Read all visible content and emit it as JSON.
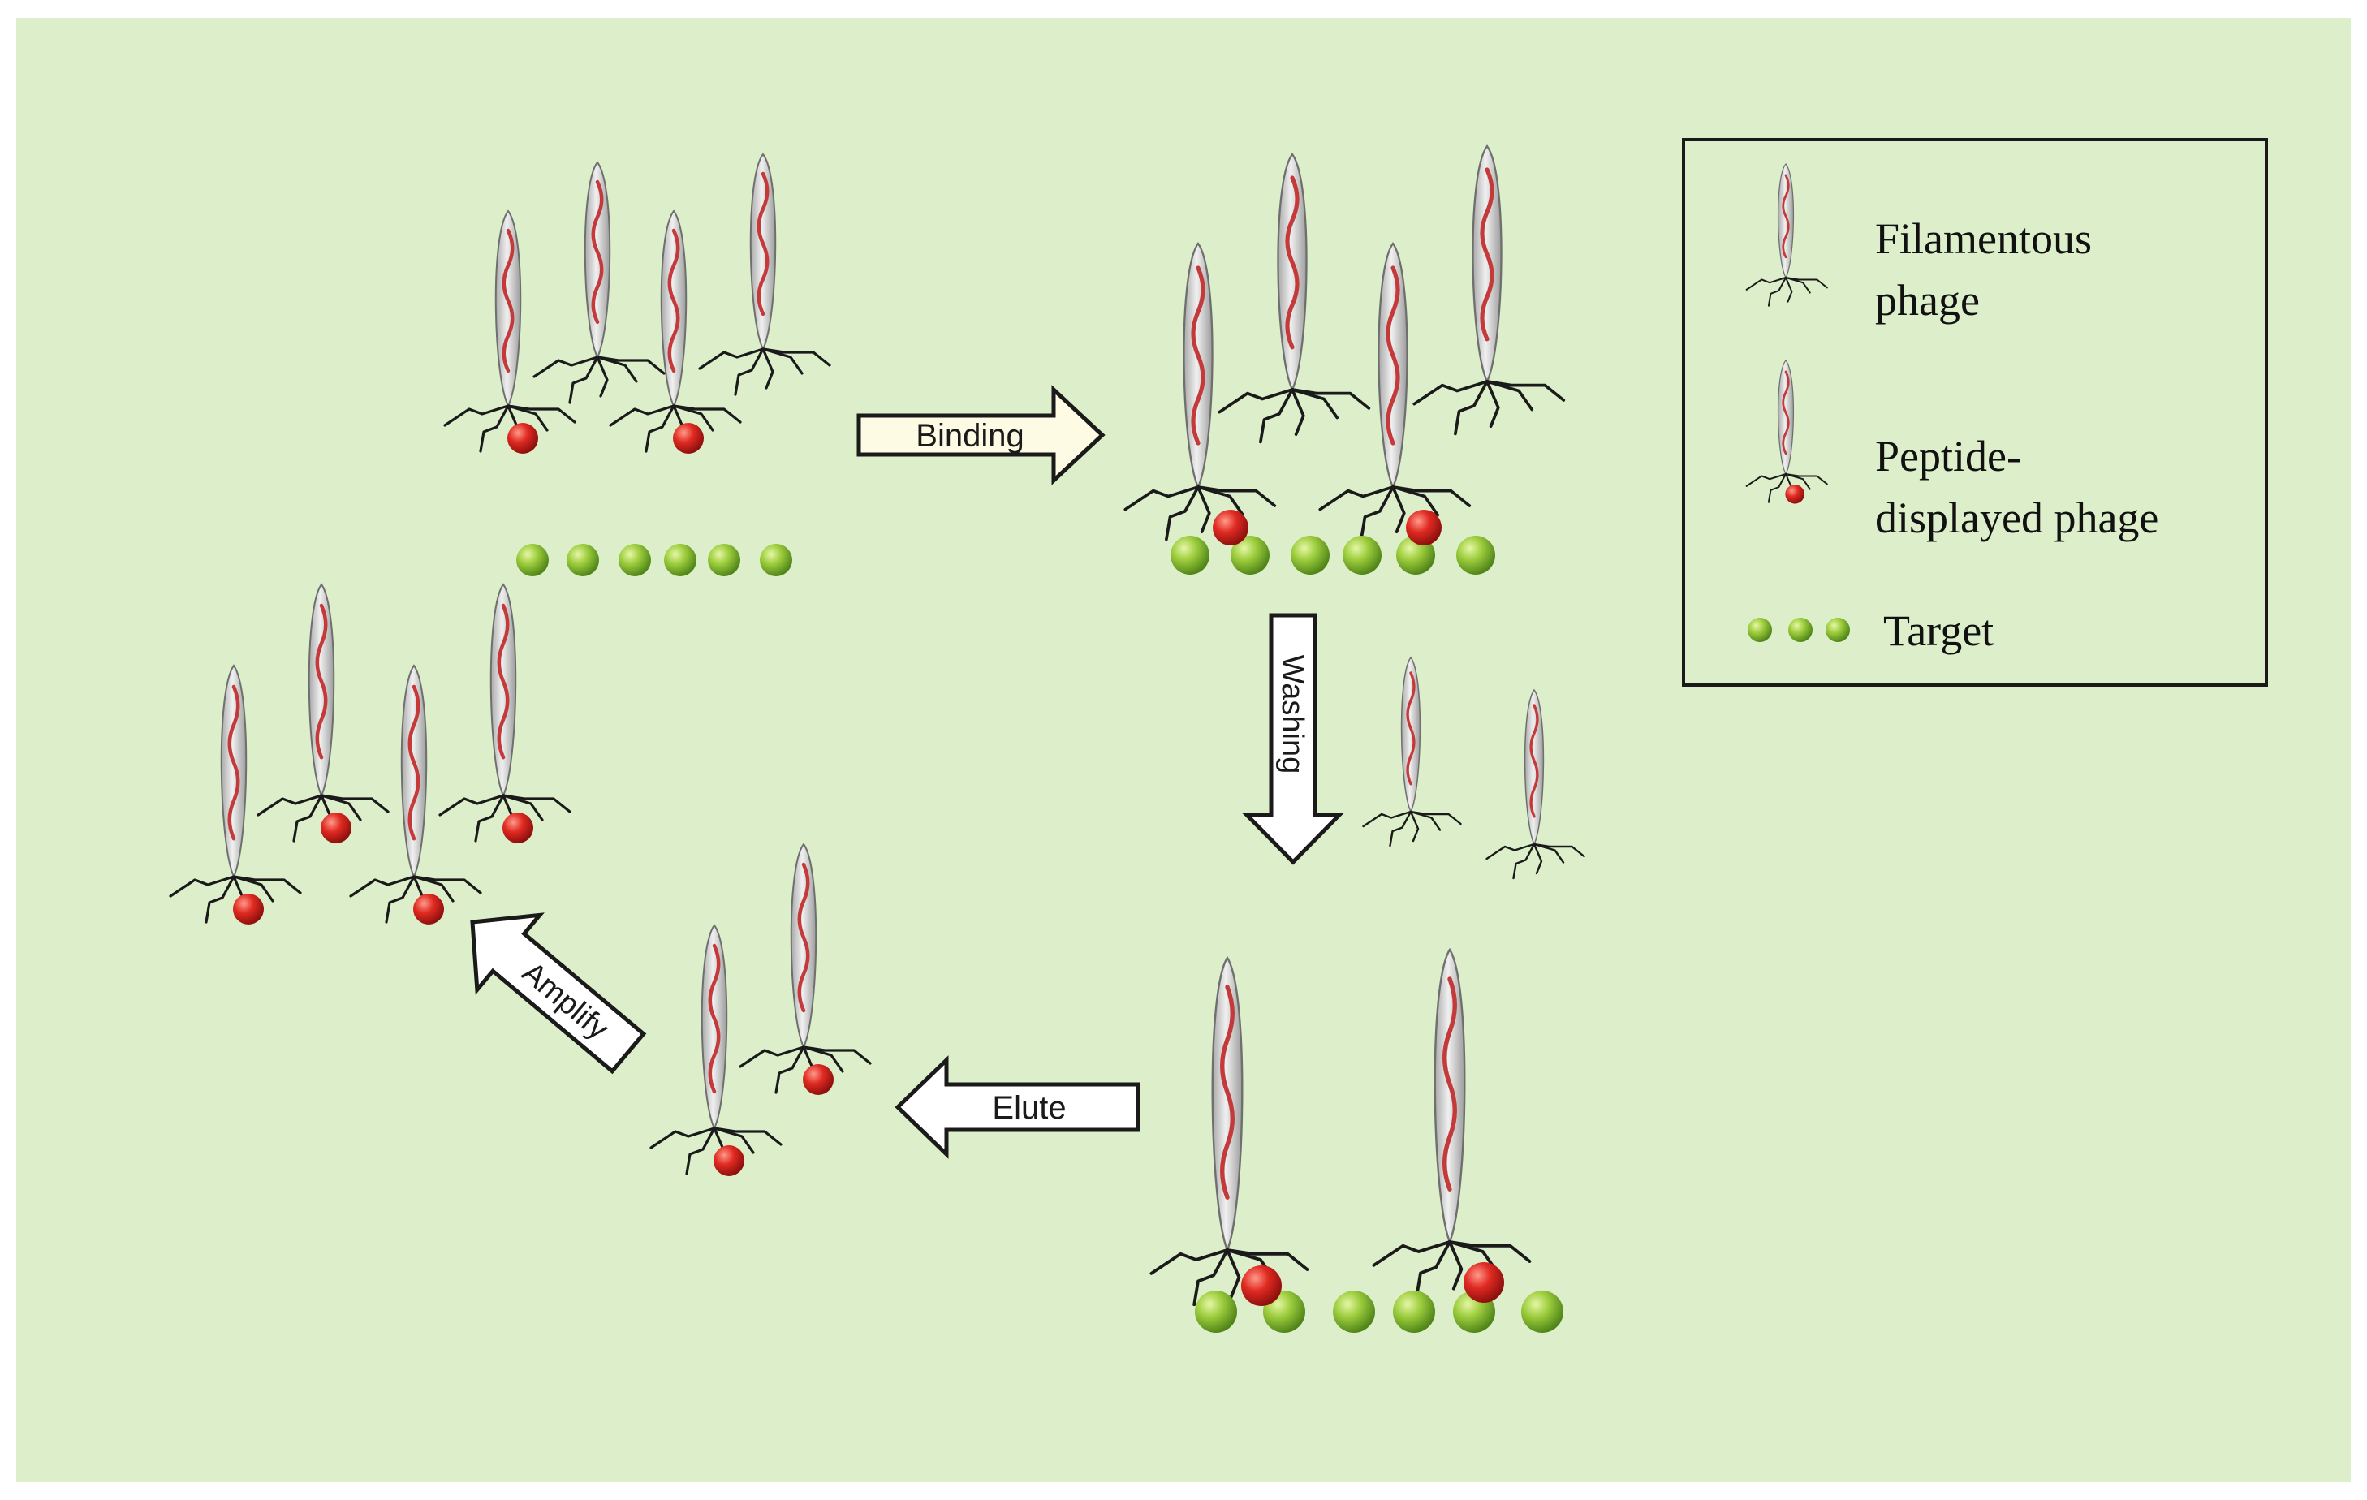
{
  "arrows": {
    "binding": "Binding",
    "washing": "Washing",
    "elute": "Elute",
    "amplify": "Amplify"
  },
  "legend": {
    "filamentous_line1": "Filamentous",
    "filamentous_line2": "phage",
    "peptide_line1": "Peptide-",
    "peptide_line2": "displayed phage",
    "target": "Target"
  },
  "colors": {
    "background": "#dcefca",
    "phage_body": "#d6d6d6",
    "genome": "#c43a3a",
    "peptide": "#d62828",
    "target": "#8cc83a",
    "arrow_fill": "#ffffff",
    "binding_arrow_fill": "#fdfbe4"
  },
  "icons": {
    "phage": "filamentous-phage-icon",
    "peptide": "red-peptide-sphere-icon",
    "target": "green-target-sphere-icon"
  }
}
